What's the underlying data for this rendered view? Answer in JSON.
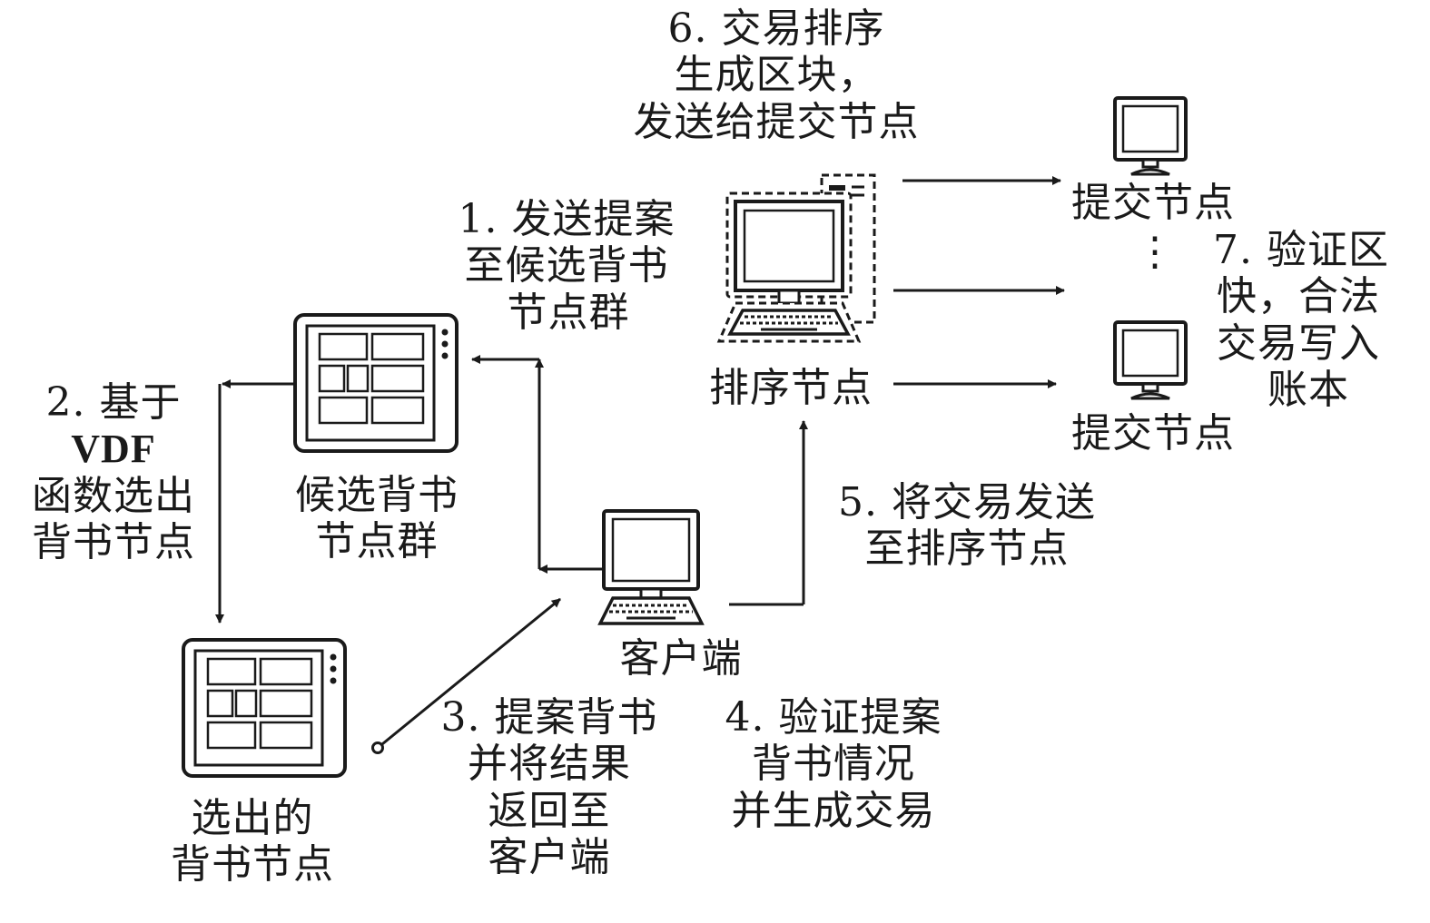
{
  "nodes": {
    "candidate_endorsers": [
      "候选背书",
      "节点群"
    ],
    "selected_endorsers": [
      "选出的",
      "背书节点"
    ],
    "client": "客户端",
    "orderer": "排序节点",
    "committer_top": "提交节点",
    "committer_bottom": "提交节点",
    "ellipsis": "⋮"
  },
  "steps": {
    "s1": [
      "1. 发送提案",
      "至候选背书",
      "节点群"
    ],
    "s2": [
      "2. 基于",
      "VDF",
      "函数选出",
      "背书节点"
    ],
    "s3": [
      "3. 提案背书",
      "并将结果",
      "返回至",
      "客户端"
    ],
    "s4": [
      "4. 验证提案",
      "背书情况",
      "并生成交易"
    ],
    "s5": [
      "5. 将交易发送",
      "至排序节点"
    ],
    "s6": [
      "6. 交易排序",
      "生成区块，",
      "发送给提交节点"
    ],
    "s7": [
      "7. 验证区",
      "快，合法",
      "交易写入",
      "账本"
    ]
  },
  "colors": {
    "ink": "#1a1a1a",
    "background": "#ffffff"
  },
  "icons": {
    "candidate_endorsers": "tablet-icon",
    "selected_endorsers": "tablet-icon",
    "client": "desktop-computer-icon",
    "orderer": "server-computer-icon",
    "committer_top": "monitor-icon",
    "committer_bottom": "monitor-icon"
  }
}
